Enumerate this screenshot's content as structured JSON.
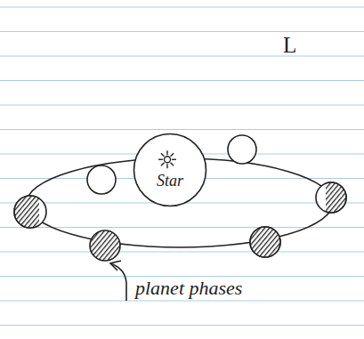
{
  "diagram": {
    "nodes": [
      {
        "text": [
          "Star"
        ]
      }
    ],
    "labels": [
      "L",
      "planet phases"
    ]
  }
}
